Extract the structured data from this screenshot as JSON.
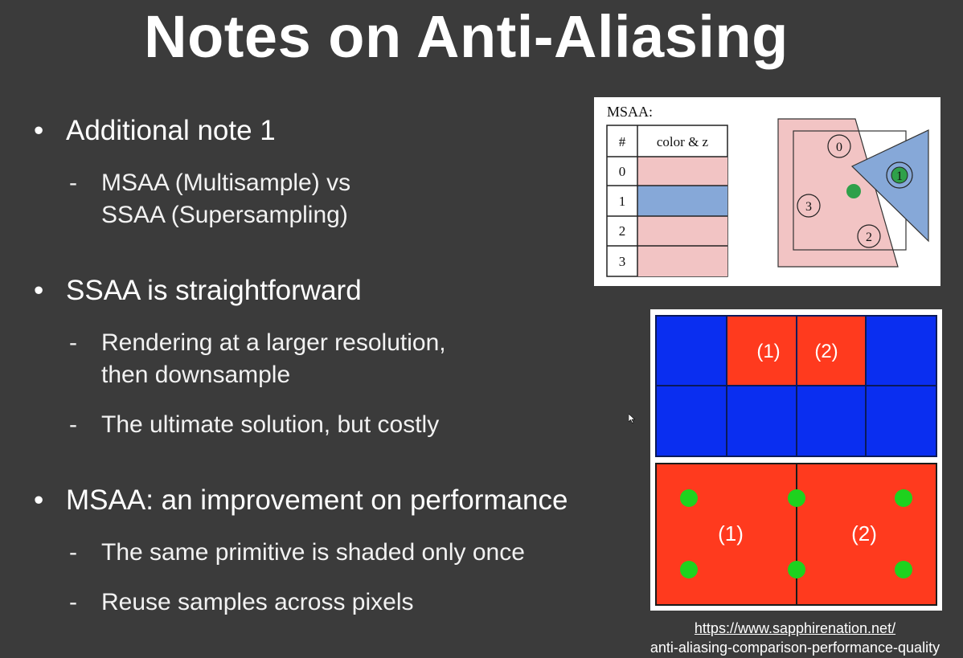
{
  "title": "Notes on Anti-Aliasing",
  "bullets": [
    {
      "text": "Additional note 1",
      "subs": [
        {
          "lines": [
            "MSAA (Multisample) vs",
            "SSAA (Supersampling)"
          ]
        }
      ]
    },
    {
      "text": "SSAA is straightforward",
      "subs": [
        {
          "lines": [
            "Rendering at a larger resolution,",
            "then downsample"
          ]
        },
        {
          "lines": [
            "The ultimate solution, but costly"
          ]
        }
      ]
    },
    {
      "text": "MSAA: an improvement on performance",
      "subs": [
        {
          "lines": [
            "The same primitive is shaded only once"
          ]
        },
        {
          "lines": [
            "Reuse samples across pixels"
          ]
        }
      ]
    }
  ],
  "bullet_glyph": "•",
  "dash_glyph": "-",
  "figure_msaa": {
    "label": "MSAA:",
    "table_headers": [
      "#",
      "color & z"
    ],
    "rows": [
      "0",
      "1",
      "2",
      "3"
    ],
    "row_colors": [
      "#f2c4c4",
      "#86a8d8",
      "#f2c4c4",
      "#f2c4c4"
    ],
    "sample_labels": [
      "0",
      "1",
      "2",
      "3"
    ]
  },
  "figure_grid": {
    "top_labels": [
      "(1)",
      "(2)"
    ],
    "bottom_labels": [
      "(1)",
      "(2)"
    ],
    "colors": {
      "blue": "#0a2ef0",
      "red": "#ff3a1e",
      "green": "#1ed21e",
      "grid": "#0a1a5a"
    }
  },
  "credit": {
    "line1": "https://www.sapphirenation.net/",
    "line2": "anti-aliasing-comparison-performance-quality"
  }
}
